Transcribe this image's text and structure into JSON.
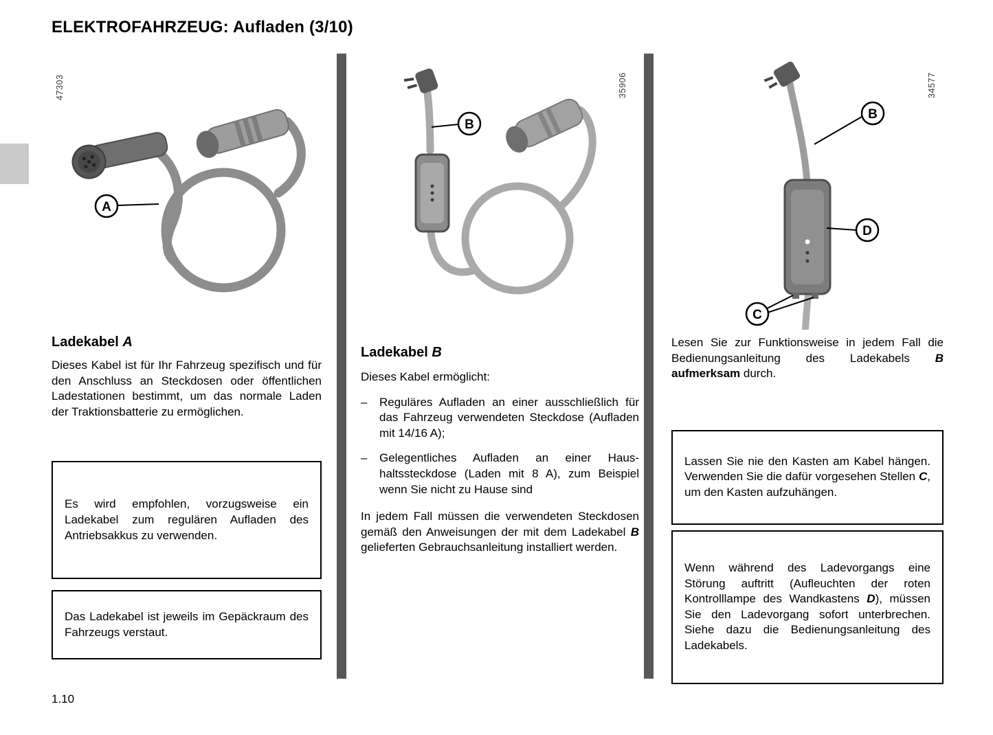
{
  "header": {
    "title_section": "ELEKTROFAHRZEUG:",
    "title_topic": " Aufladen (3/10)"
  },
  "footer": {
    "page_number": "1.10"
  },
  "col1": {
    "figure_number": "47303",
    "callout": "A",
    "heading": [
      "Ladekabel ",
      "A"
    ],
    "para": "Dieses Kabel ist für Ihr Fahrzeug spezifisch und für den Anschluss an Steckdosen oder öffentlichen Ladestationen bestimmt, um das normale Laden der Traktionsbatterie zu ermöglichen.",
    "box1": "Es wird empfohlen, vorzugsweise ein Ladekabel zum regulären Aufladen des Antriebsakkus zu verwenden.",
    "box2": "Das Ladekabel ist jeweils im Gepäck­raum des Fahrzeugs verstaut."
  },
  "col2": {
    "figure_number": "35906",
    "callout": "B",
    "heading": [
      "Ladekabel ",
      "B"
    ],
    "intro": "Dieses Kabel ermöglicht:",
    "bullets": [
      {
        "marker": "–",
        "text": "Reguläres Aufladen an einer ausschließ­lich für das Fahrzeug verwendeten Steck­dose (Aufladen mit 14/16 A);"
      },
      {
        "marker": "–",
        "text": "Gelegentliches Aufladen an einer Haus­haltssteckdose (Laden mit 8 A), zum Bei­spiel wenn Sie nicht zu Hause sind"
      }
    ],
    "para_parts": [
      "In jedem Fall müssen die verwendeten Steckdosen gemäß den Anweisungen der mit dem Ladekabel ",
      "B",
      " gelieferten Ge­brauchsanleitung installiert werden."
    ]
  },
  "col3": {
    "figure_number": "34577",
    "callouts": {
      "b": "B",
      "d": "D",
      "c": "C"
    },
    "intro_parts": [
      "Lesen Sie zur Funktionsweise in jedem Fall die Bedienungsanleitung des Ladekabels ",
      "B",
      " ",
      "aufmerksam",
      " durch."
    ],
    "box1_parts": [
      "Lassen Sie nie den Kasten am Kabel hängen. Verwenden Sie die dafür vorge­sehen Stellen ",
      "C",
      ", um den Kasten aufzu­hängen."
    ],
    "box2_parts": [
      "Wenn während des Ladevorgangs eine Störung auftritt (Aufleuchten der roten Kontrolllampe des Wandkastens ",
      "D",
      "), müssen Sie den Ladevorgang sofort un­terbrechen. Siehe dazu die Bedienungs­anleitung des Ladekabels."
    ]
  }
}
